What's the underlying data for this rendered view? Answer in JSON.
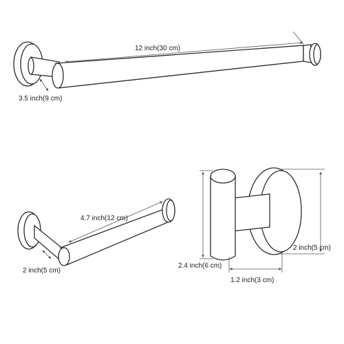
{
  "labels": {
    "towel_bar_length": "12 inch(30 cm)",
    "towel_bar_depth": "3.5 inch(9 cm)",
    "paper_holder_length": "4.7 inch(12 cm)",
    "paper_holder_depth": "2 inch(5 cm)",
    "hook_height": "2.4 inch(6 cm)",
    "hook_depth": "1.2 inch(3 cm)",
    "hook_plate_diameter": "2 inch(5 cm)"
  },
  "colors": {
    "stroke": "#2a2a2a",
    "dimension_line": "#555555",
    "fill": "#ffffff"
  }
}
